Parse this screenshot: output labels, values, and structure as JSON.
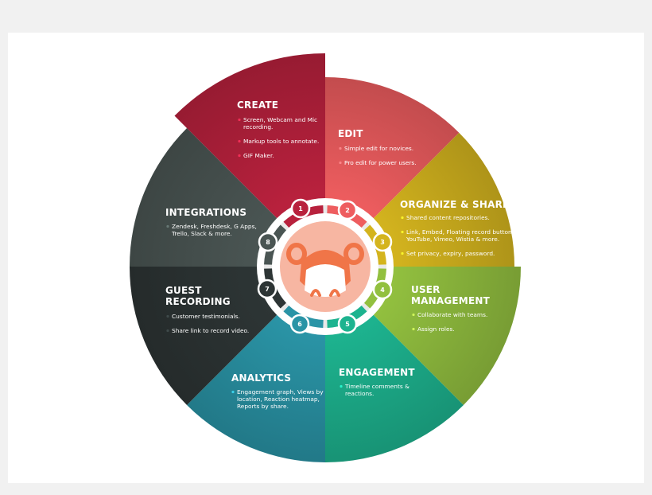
{
  "segments": [
    {
      "title_lines": [
        "CREATE"
      ],
      "bullets": [
        [
          "Screen, Webcam and Mic",
          "recording."
        ],
        [
          "Markup tools to annotate."
        ],
        [
          "GIF Maker."
        ]
      ],
      "color": "#b8213d"
    },
    {
      "title_lines": [
        "EDIT"
      ],
      "bullets": [
        [
          "Simple edit for novices."
        ],
        [
          "Pro edit for power users."
        ]
      ],
      "color": "#ee5d5f"
    },
    {
      "title_lines": [
        "ORGANIZE & SHARE"
      ],
      "bullets": [
        [
          "Shared content repositories."
        ],
        [
          "Link, Embed, Floating record button,",
          "YouTube, Vimeo, Wistia & more."
        ],
        [
          "Set privacy, expiry, password."
        ]
      ],
      "color": "#d4b41e"
    },
    {
      "title_lines": [
        "USER",
        "MANAGEMENT"
      ],
      "bullets": [
        [
          "Collaborate with teams."
        ],
        [
          "Assign roles."
        ]
      ],
      "color": "#92c03f"
    },
    {
      "title_lines": [
        "ENGAGEMENT"
      ],
      "bullets": [
        [
          "Timeline comments &",
          "reactions."
        ]
      ],
      "color": "#1db38f"
    },
    {
      "title_lines": [
        "ANALYTICS"
      ],
      "bullets": [
        [
          "Engagement graph, Views by",
          "location, Reaction heatmap,",
          "Reports by share."
        ]
      ],
      "color": "#2a94a6"
    },
    {
      "title_lines": [
        "GUEST",
        "RECORDING"
      ],
      "bullets": [
        [
          "Customer testimonials."
        ],
        [
          "Share link to record video."
        ]
      ],
      "color": "#2d3535"
    },
    {
      "title_lines": [
        "INTEGRATIONS"
      ],
      "bullets": [
        [
          "Zendesk, Freshdesk, G Apps,",
          "Trello, Slack & more."
        ]
      ],
      "color": "#4a5553"
    }
  ],
  "badges": [
    "1",
    "2",
    "3",
    "4",
    "5",
    "6",
    "7",
    "8"
  ],
  "center_icon": "hippo-icon",
  "colors": {
    "ring": "#ffffff",
    "hub": "#f7b6a2",
    "hippo": "#f07548"
  }
}
